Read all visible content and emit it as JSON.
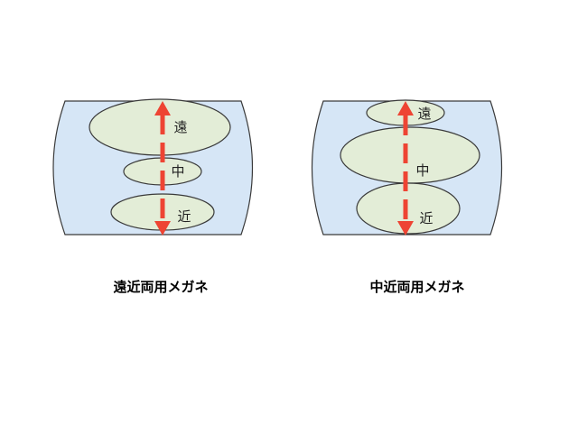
{
  "colors": {
    "lens_fill": "#d6e6f6",
    "lens_stroke": "#3a3a3a",
    "zone_fill": "#e3edd7",
    "zone_stroke": "#3a3a3a",
    "arrow": "#ee4433"
  },
  "left_lens": {
    "caption": "遠近両用メガネ",
    "zones": {
      "far": "遠",
      "middle": "中",
      "near": "近"
    }
  },
  "right_lens": {
    "caption": "中近両用メガネ",
    "zones": {
      "far": "遠",
      "middle": "中",
      "near": "近"
    }
  }
}
